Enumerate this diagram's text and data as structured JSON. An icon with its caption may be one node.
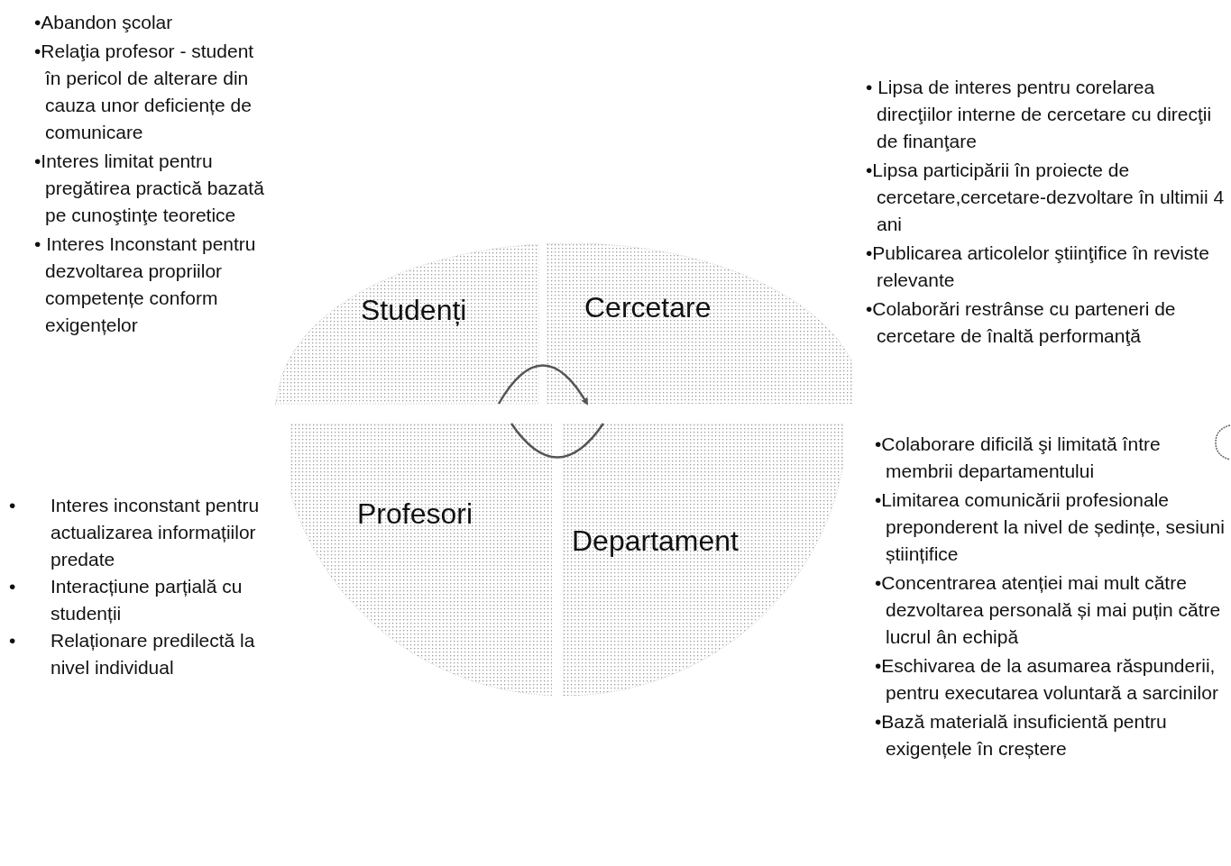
{
  "diagram": {
    "nodes": [
      {
        "text": [
          "Studenți"
        ]
      },
      {
        "text": [
          "Cercetare"
        ]
      },
      {
        "text": [
          "Profesori"
        ]
      },
      {
        "text": [
          "Departament"
        ]
      }
    ],
    "edges": [
      {
        "from": 0,
        "to": 1,
        "arrow": "to"
      },
      {
        "from": 3,
        "to": 2,
        "arrow": "none"
      }
    ],
    "labels": [
      "•Abandon şcolar",
      "•Relaţia profesor - student în pericol de alterare din cauza unor deficiențe de comunicare",
      "•Interes limitat pentru pregătirea practică bazată pe cunoştinţe teoretice",
      "• Interes Inconstant pentru dezvoltarea propriilor competențe conform exigențelor",
      "• Lipsa de interes pentru corelarea direcţiilor interne de cercetare cu direcţii de finanţare",
      "•Lipsa participării în proiecte de cercetare,cercetare-dezvoltare în ultimii 4 ani",
      "•Publicarea articolelor ştiinţifice în reviste relevante",
      "•Colaborări restrânse cu parteneri de cercetare de înaltă performanţă",
      "•",
      "Interes inconstant pentru actualizarea informațiilor predate",
      "•",
      "Interacțiune parțială cu studenții",
      "•",
      "Relaționare predilectă la nivel individual",
      "•Colaborare dificilă şi limitată între membrii departamentului",
      "•Limitarea comunicării profesionale preponderent la nivel de ședințe, sesiuni științifice",
      "•Concentrarea atenției mai mult către dezvoltarea personală și mai puțin către lucrul ân echipă",
      "•Eschivarea de la asumarea răspunderii, pentru executarea voluntară a sarcinilor",
      "•Bază materială insuficientă pentru exigențele în creștere"
    ]
  }
}
